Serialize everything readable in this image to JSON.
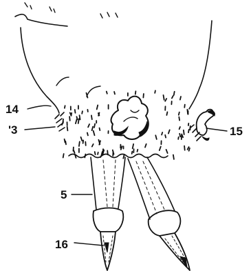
{
  "figure": {
    "labels": [
      {
        "id": "label-14",
        "text": "14"
      },
      {
        "id": "label-3",
        "text": "'3"
      },
      {
        "id": "label-15",
        "text": "15"
      },
      {
        "id": "label-5",
        "text": "5"
      },
      {
        "id": "label-16",
        "text": "16"
      }
    ]
  },
  "colors": {
    "ink": "#111111",
    "background": "#ffffff"
  }
}
